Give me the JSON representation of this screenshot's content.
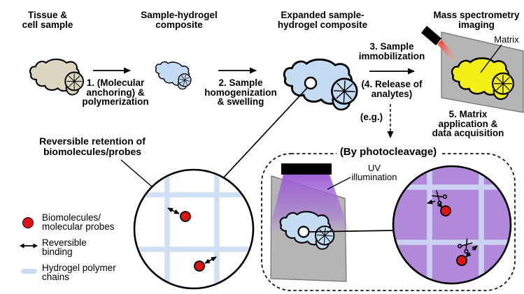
{
  "stages": {
    "s1_line1": "Tissue &",
    "s1_line2": "cell sample",
    "s2_line1": "Sample-hydrogel",
    "s2_line2": "composite",
    "s3_line1": "Expanded sample-",
    "s3_line2": "hydrogel composite",
    "s4_line1": "Mass spectrometry",
    "s4_line2": "imaging"
  },
  "steps": {
    "step1_line1": "1. (Molecular",
    "step1_line2": "anchoring) &",
    "step1_line3": "polymerization",
    "step2_line1": "2. Sample",
    "step2_line2": "homogenization",
    "step2_line3": "& swelling",
    "step3_line1": "3. Sample",
    "step3_line2": "immobilization",
    "step4_line1": "(4. Release of",
    "step4_line2": "analytes)",
    "eg": "(e.g.)",
    "step5_line1": "5. Matrix",
    "step5_line2": "application &",
    "step5_line3": "data acquisition"
  },
  "msi": {
    "matrix_label": "Matrix"
  },
  "retention": {
    "title_line1": "Reversible retention of",
    "title_line2": "biomolecules/probes",
    "legend": [
      {
        "line1": "Biomolecules/",
        "line2": "molecular probes"
      },
      {
        "line1": "Reversible",
        "line2": "binding"
      },
      {
        "line1": "Hydrogel polymer",
        "line2": "chains"
      }
    ]
  },
  "photocleavage": {
    "title": "(By photocleavage)",
    "uv_line1": "UV",
    "uv_line2": "illumination"
  },
  "colors": {
    "tissue": "#ddd7c1",
    "hydrogel_blue": "#c3dbf3",
    "msi_yellow": "#f4ef17",
    "panel_gray": "#b5b5b5",
    "circle_purple": "#b289da",
    "polymer_blue": "#cfe0f4",
    "probe_red": "#e01212",
    "lamp_black": "#000000"
  }
}
